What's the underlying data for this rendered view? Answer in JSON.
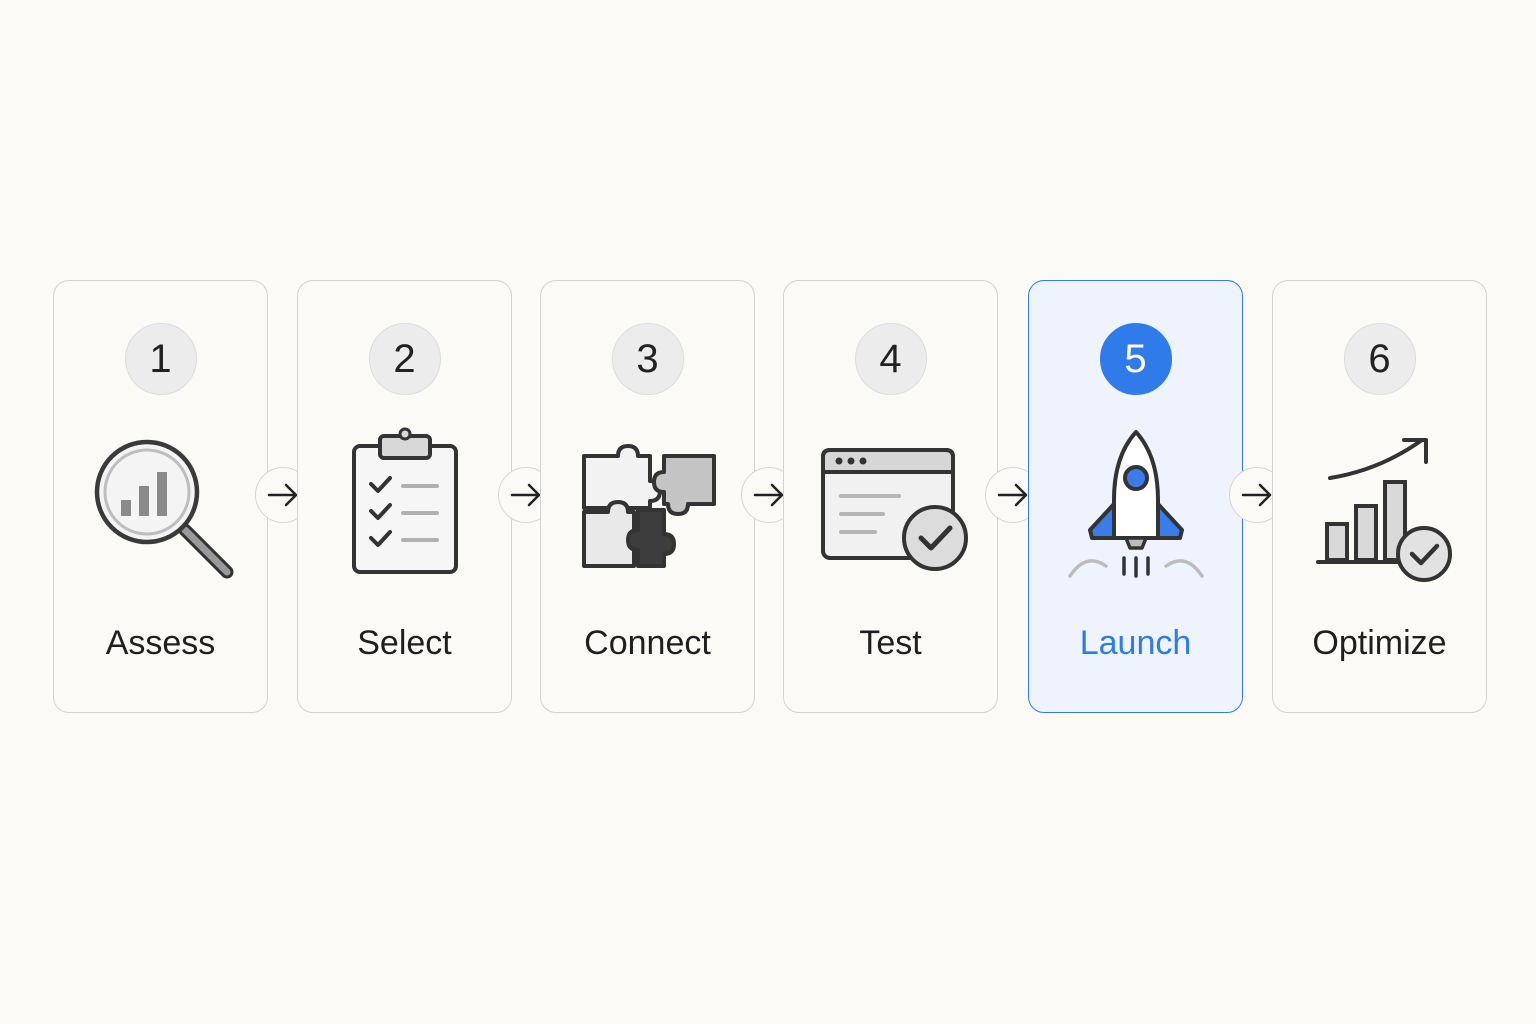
{
  "colors": {
    "background": "#fbfaf7",
    "card_border": "#d2d2d2",
    "accent": "#2f7bea",
    "active_card_background": "#eef3fd",
    "text": "#1f1f1f"
  },
  "steps": [
    {
      "number": "1",
      "label": "Assess",
      "icon": "magnifier-bar-chart-icon",
      "active": false
    },
    {
      "number": "2",
      "label": "Select",
      "icon": "clipboard-checklist-icon",
      "active": false
    },
    {
      "number": "3",
      "label": "Connect",
      "icon": "puzzle-pieces-icon",
      "active": false
    },
    {
      "number": "4",
      "label": "Test",
      "icon": "browser-check-icon",
      "active": false
    },
    {
      "number": "5",
      "label": "Launch",
      "icon": "rocket-icon",
      "active": true
    },
    {
      "number": "6",
      "label": "Optimize",
      "icon": "growth-chart-check-icon",
      "active": false
    }
  ],
  "connectors": [
    {
      "icon": "arrow-right-icon"
    },
    {
      "icon": "arrow-right-icon"
    },
    {
      "icon": "arrow-right-icon"
    },
    {
      "icon": "arrow-right-icon"
    },
    {
      "icon": "arrow-right-icon"
    }
  ]
}
